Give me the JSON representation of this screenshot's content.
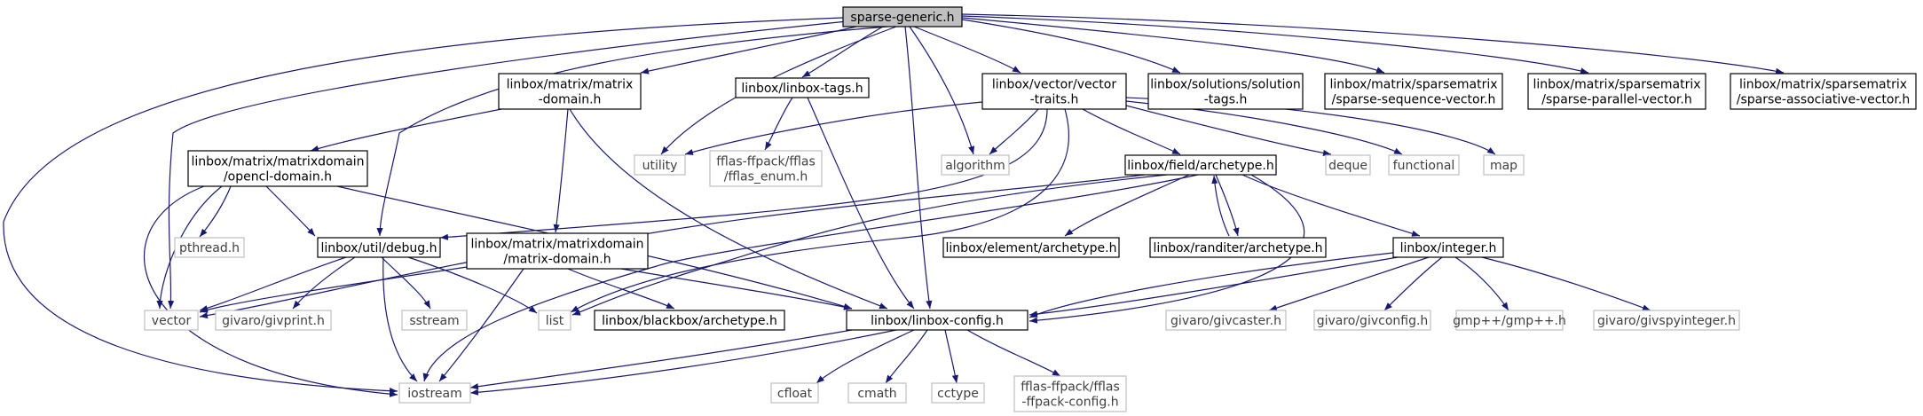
{
  "title": "sparse-generic.h",
  "nodes": [
    {
      "id": "root",
      "lines": [
        "sparse-generic.h"
      ],
      "kind": "root"
    },
    {
      "id": "md",
      "lines": [
        "linbox/matrix/matrix",
        "-domain.h"
      ],
      "kind": "doc"
    },
    {
      "id": "tags",
      "lines": [
        "linbox/linbox-tags.h"
      ],
      "kind": "doc"
    },
    {
      "id": "vt",
      "lines": [
        "linbox/vector/vector",
        "-traits.h"
      ],
      "kind": "doc"
    },
    {
      "id": "sol",
      "lines": [
        "linbox/solutions/solution",
        "-tags.h"
      ],
      "kind": "doc"
    },
    {
      "id": "ssv",
      "lines": [
        "linbox/matrix/sparsematrix",
        "/sparse-sequence-vector.h"
      ],
      "kind": "doc"
    },
    {
      "id": "spv",
      "lines": [
        "linbox/matrix/sparsematrix",
        "/sparse-parallel-vector.h"
      ],
      "kind": "doc"
    },
    {
      "id": "sav",
      "lines": [
        "linbox/matrix/sparsematrix",
        "/sparse-associative-vector.h"
      ],
      "kind": "doc"
    },
    {
      "id": "ocl",
      "lines": [
        "linbox/matrix/matrixdomain",
        "/opencl-domain.h"
      ],
      "kind": "doc"
    },
    {
      "id": "utility",
      "lines": [
        "utility"
      ],
      "kind": "ext"
    },
    {
      "id": "fenum",
      "lines": [
        "fflas-ffpack/fflas",
        "/fflas_enum.h"
      ],
      "kind": "ext"
    },
    {
      "id": "algo",
      "lines": [
        "algorithm"
      ],
      "kind": "ext"
    },
    {
      "id": "farch",
      "lines": [
        "linbox/field/archetype.h"
      ],
      "kind": "doc"
    },
    {
      "id": "deque",
      "lines": [
        "deque"
      ],
      "kind": "ext"
    },
    {
      "id": "func",
      "lines": [
        "functional"
      ],
      "kind": "ext"
    },
    {
      "id": "map",
      "lines": [
        "map"
      ],
      "kind": "ext"
    },
    {
      "id": "pthread",
      "lines": [
        "pthread.h"
      ],
      "kind": "ext"
    },
    {
      "id": "debug",
      "lines": [
        "linbox/util/debug.h"
      ],
      "kind": "doc"
    },
    {
      "id": "mdmd",
      "lines": [
        "linbox/matrix/matrixdomain",
        "/matrix-domain.h"
      ],
      "kind": "doc"
    },
    {
      "id": "earch",
      "lines": [
        "linbox/element/archetype.h"
      ],
      "kind": "doc"
    },
    {
      "id": "rarch",
      "lines": [
        "linbox/randiter/archetype.h"
      ],
      "kind": "doc"
    },
    {
      "id": "integer",
      "lines": [
        "linbox/integer.h"
      ],
      "kind": "doc"
    },
    {
      "id": "vector",
      "lines": [
        "vector"
      ],
      "kind": "ext"
    },
    {
      "id": "givprint",
      "lines": [
        "givaro/givprint.h"
      ],
      "kind": "ext"
    },
    {
      "id": "sstream",
      "lines": [
        "sstream"
      ],
      "kind": "ext"
    },
    {
      "id": "list",
      "lines": [
        "list"
      ],
      "kind": "ext"
    },
    {
      "id": "barch",
      "lines": [
        "linbox/blackbox/archetype.h"
      ],
      "kind": "doc"
    },
    {
      "id": "config",
      "lines": [
        "linbox/linbox-config.h"
      ],
      "kind": "doc"
    },
    {
      "id": "givcaster",
      "lines": [
        "givaro/givcaster.h"
      ],
      "kind": "ext"
    },
    {
      "id": "givconfig",
      "lines": [
        "givaro/givconfig.h"
      ],
      "kind": "ext"
    },
    {
      "id": "gmpxx",
      "lines": [
        "gmp++/gmp++.h"
      ],
      "kind": "ext"
    },
    {
      "id": "givspy",
      "lines": [
        "givaro/givspyinteger.h"
      ],
      "kind": "ext"
    },
    {
      "id": "iostream",
      "lines": [
        "iostream"
      ],
      "kind": "ext"
    },
    {
      "id": "cfloat",
      "lines": [
        "cfloat"
      ],
      "kind": "ext"
    },
    {
      "id": "cmath",
      "lines": [
        "cmath"
      ],
      "kind": "ext"
    },
    {
      "id": "cctype",
      "lines": [
        "cctype"
      ],
      "kind": "ext"
    },
    {
      "id": "ffconf",
      "lines": [
        "fflas-ffpack/fflas",
        "-ffpack-config.h"
      ],
      "kind": "ext"
    }
  ]
}
